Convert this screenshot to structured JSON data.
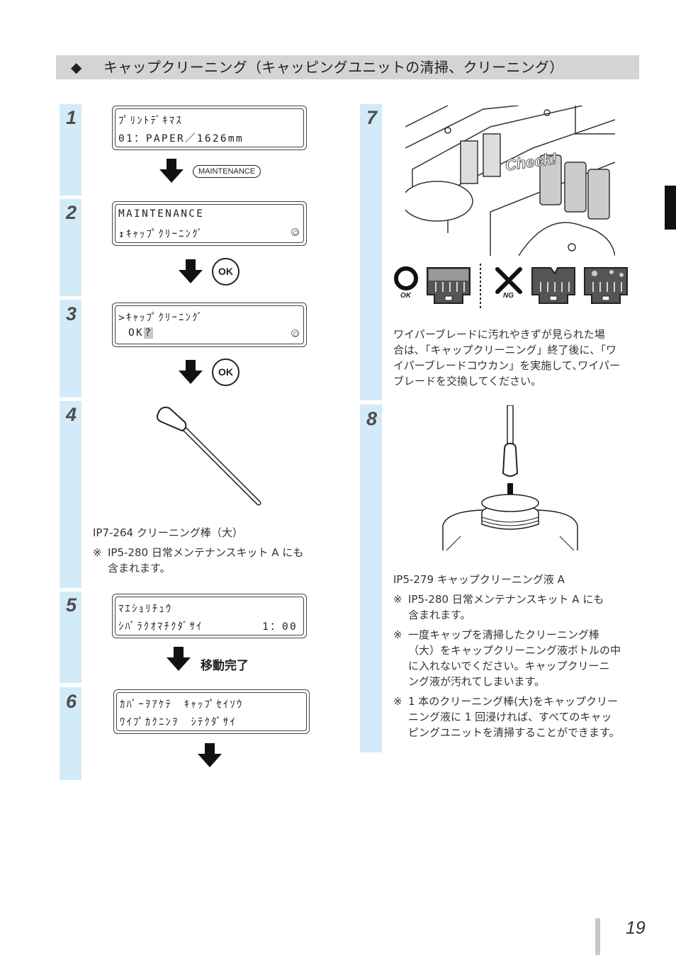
{
  "header": {
    "bullet": "◆",
    "title": "キャップクリーニング（キャッピングユニットの清掃、クリーニング）"
  },
  "steps": [
    {
      "num": "1"
    },
    {
      "num": "2"
    },
    {
      "num": "3"
    },
    {
      "num": "4"
    },
    {
      "num": "5"
    },
    {
      "num": "6"
    },
    {
      "num": "7"
    },
    {
      "num": "8"
    }
  ],
  "lcd1": {
    "line1": "ﾌﾟﾘﾝﾄﾃﾞｷﾏｽ",
    "line2": "01：PAPER／1626mm"
  },
  "lcd2": {
    "line1": "MAINTENANCE",
    "line2": "↕ｷｬｯﾌﾟｸﾘｰﾆﾝｸﾞ"
  },
  "lcd3": {
    "line1": ">ｷｬｯﾌﾟｸﾘｰﾆﾝｸﾞ",
    "line2": "OK",
    "cursor": "?"
  },
  "lcd5": {
    "line1": "ﾏｴｼｮﾘﾁｭｳ",
    "line2": "ｼﾊﾞﾗｸｵﾏﾁｸﾀﾞｻｲ",
    "time": "1：00"
  },
  "lcd6": {
    "line1": "ｶﾊﾞｰｦｱｹﾃ　ｷｬｯﾌﾟｾｲｿｳ",
    "line2": "ﾜｲﾌﾟｶｸﾆﾝｦ　ｼﾃｸﾀﾞｻｲ"
  },
  "buttons": {
    "maintenance": "MAINTENANCE",
    "ok": "OK",
    "move_complete": "移動完了"
  },
  "step4": {
    "item": "IP7-264 クリーニング棒（大）",
    "note_mark": "※",
    "note_line1": "IP5-280 日常メンテナンスキット A にも",
    "note_line2": "含まれます。"
  },
  "step7": {
    "check_label": "Check!",
    "ok_label": "OK",
    "ng_label": "NG",
    "text": [
      "ワイパーブレードに汚れやきずが見られた場",
      "合は､「キャップクリーニング」終了後に､「ワ",
      "イパーブレードコウカン」を実施して､ワイパー",
      "ブレードを交換してください。"
    ]
  },
  "step8": {
    "item": "IP5-279 キャップクリーニング液 A",
    "notes": [
      {
        "mark": "※",
        "lines": [
          "IP5-280 日常メンテナンスキット A にも",
          "含まれます。"
        ]
      },
      {
        "mark": "※",
        "lines": [
          "一度キャップを清掃したクリーニング棒",
          "（大）をキャップクリーニング液ボトルの中",
          "に入れないでください。キャップクリーニ",
          "ング液が汚れてしまいます。"
        ]
      },
      {
        "mark": "※",
        "lines": [
          "1 本のクリーニング棒(大)をキャップクリー",
          "ニング液に 1 回浸ければ、すべてのキャッ",
          "ピングユニットを清掃することができます。"
        ]
      }
    ]
  },
  "page_number": "19"
}
